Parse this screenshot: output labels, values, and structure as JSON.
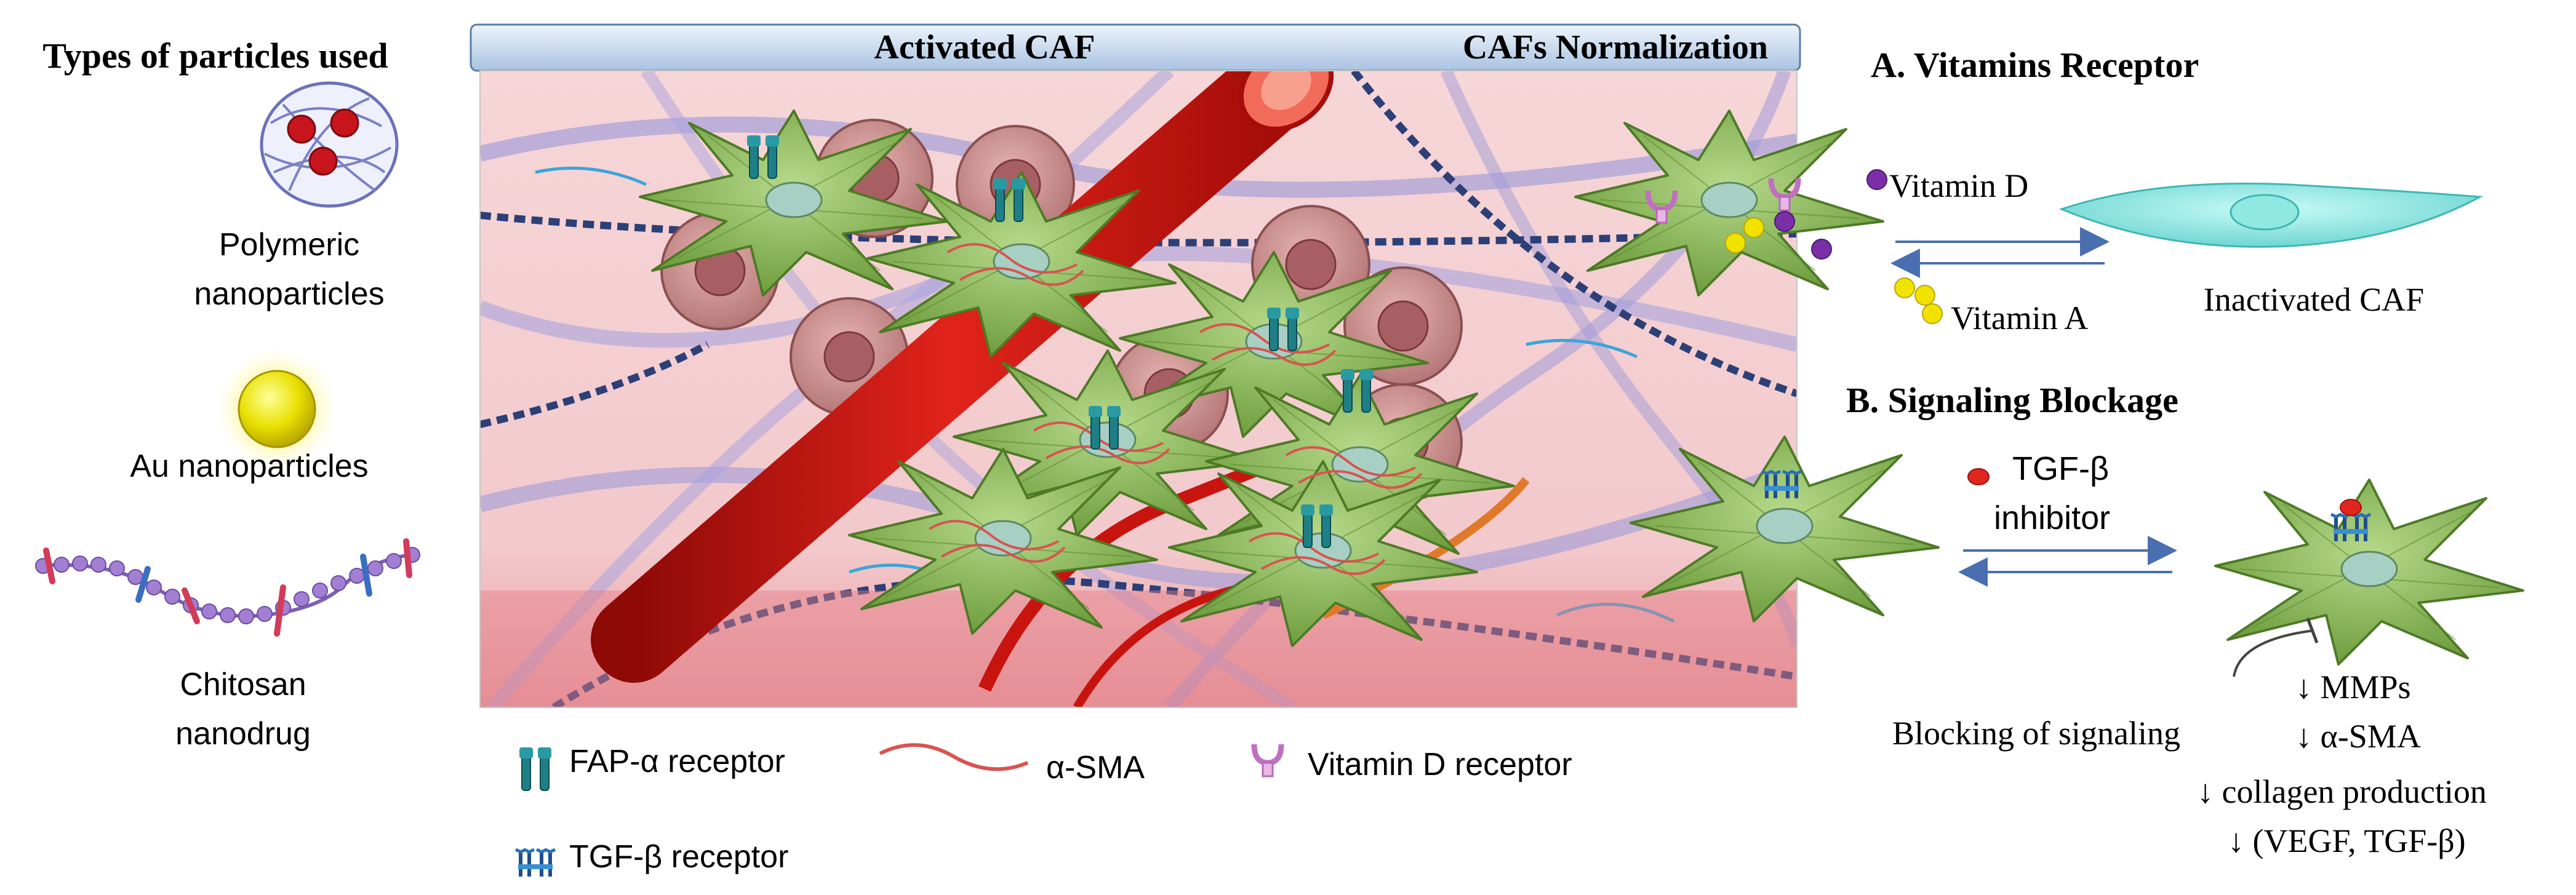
{
  "particles": {
    "title": "Types of particles used",
    "polymeric_line1": "Polymeric",
    "polymeric_line2": "nanoparticles",
    "au": "Au nanoparticles",
    "chitosan_line1": "Chitosan",
    "chitosan_line2": "nanodrug"
  },
  "banner": {
    "left": "Activated CAF",
    "right": "CAFs Normalization"
  },
  "legend": {
    "fap": "FAP-α receptor",
    "asma": "α-SMA",
    "vitd_receptor": "Vitamin D receptor",
    "tgf_receptor": "TGF-β receptor"
  },
  "section_a": {
    "title": "A. Vitamins Receptor",
    "vitamin_d": "Vitamin D",
    "vitamin_a": "Vitamin A",
    "inactivated": "Inactivated CAF"
  },
  "section_b": {
    "title": "B. Signaling Blockage",
    "inhibitor_line1": "TGF-β",
    "inhibitor_line2": "inhibitor",
    "blocking": "Blocking of signaling",
    "effects": [
      "↓ MMPs",
      "↓ α-SMA",
      "↓ collagen production",
      "↓ (VEGF, TGF-β)"
    ]
  },
  "colors": {
    "caf_green": "#8cb85c",
    "vessel_red": "#c8140f",
    "receptor_teal": "#1f7f86",
    "vitamin_d": "#7a2fa8",
    "vitamin_a": "#f2e200",
    "inhibitor": "#e0261f",
    "inactivated_cell": "#7fe0dc"
  }
}
